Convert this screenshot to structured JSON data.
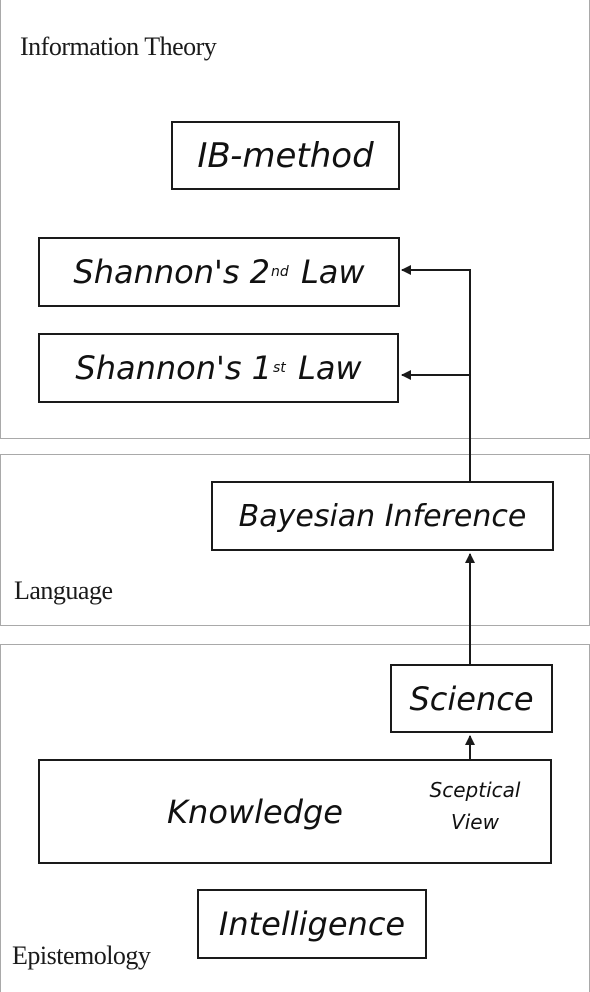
{
  "regions": {
    "information_theory": "Information Theory",
    "language": "Language",
    "epistemology": "Epistemology"
  },
  "nodes": {
    "ib_method": "IB-method",
    "shannon_2nd": {
      "prefix": "Shannon's 2",
      "ordinal": "nd",
      "suffix": "Law"
    },
    "shannon_1st": {
      "prefix": "Shannon's 1",
      "ordinal": "st",
      "suffix": "Law"
    },
    "bayesian_inference": "Bayesian Inference",
    "science": "Science",
    "knowledge": "Knowledge",
    "intelligence": "Intelligence"
  },
  "annotations": {
    "sceptical_line1": "Sceptical",
    "sceptical_line2": "View"
  },
  "colors": {
    "box_border": "#1a1a1a",
    "region_border": "#a9a9a9",
    "arrow": "#1a1a1a"
  }
}
